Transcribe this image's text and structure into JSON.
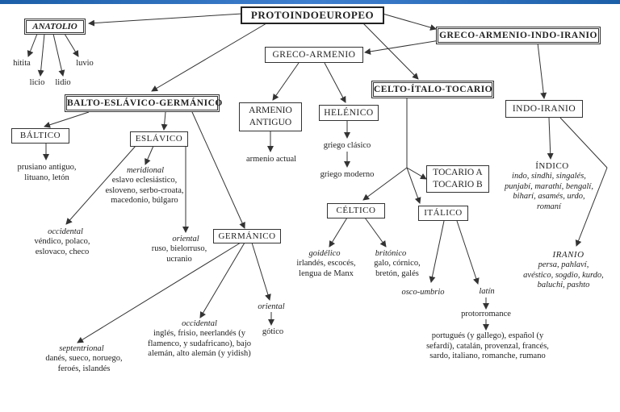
{
  "nodes": {
    "root": "PROTOINDOEUROPEO",
    "anatolio": "ANATOLIO",
    "greco_armenio_indo_iranio": "GRECO-ARMENIO-INDO-IRANIO",
    "greco_armenio": "GRECO-ARMENIO",
    "balto_eslavico_germanico": "BALTO-ESLÁVICO-GERMÁNICO",
    "celto_italo_tocario": "CELTO-ÍTALO-TOCARIO",
    "indo_iranio": "INDO-IRANIO",
    "armenio_antiguo": "ARMENIO ANTIGUO",
    "helenico": "HELÉNICO",
    "baltico": "BÁLTICO",
    "eslavico": "ESLÁVICO",
    "tocario": "TOCARIO A TOCARIO B",
    "celtico": "CÉLTICO",
    "italico": "ITÁLICO",
    "germanico": "GERMÁNICO"
  },
  "leaves": {
    "hitita": "hitita",
    "licio": "licio",
    "lidio": "lidio",
    "luvio": "luvio",
    "armenio_actual": "armenio actual",
    "griego_clasico": "griego clásico",
    "griego_moderno": "griego moderno",
    "baltico_langs": "prusiano antiguo, lituano, letón",
    "meridional_label": "meridional",
    "meridional_langs": "eslavo eclesiástico, esloveno, serbo-croata, macedonio, búlgaro",
    "occidental_eslavo_label": "occidental",
    "occidental_eslavo_langs": "véndico, polaco, eslovaco, checo",
    "oriental_eslavo_label": "oriental",
    "oriental_eslavo_langs": "ruso, bielorruso, ucranio",
    "indico": "ÍNDICO",
    "indico_langs": "indo, sindhi, singalés, punjabí, marathí, bengalí, biharí, asamés, urdo, romaní",
    "iranio": "IRANIO",
    "iranio_langs": "persa, pahlaví, avéstico, sogdio, kurdo, baluchi, pashto",
    "goidelico_label": "goidélico",
    "goidelico_langs": "irlandés, escocés, lengua de Manx",
    "britonico_label": "britónico",
    "britonico_langs": "galo, córnico, bretón, galés",
    "osco_umbrio": "osco-umbrio",
    "latin": "latín",
    "protorromance": "protorromance",
    "romance_langs": "portugués (y gallego), español (y sefardí), catalán, provenzal, francés, sardo, italiano, romanche, rumano",
    "oriental_germ_label": "oriental",
    "gotico": "gótico",
    "occidental_germ_label": "occidental",
    "occidental_germ_langs": "inglés, frisio, neerlandés (y flamenco, y sudafricano), bajo alemán, alto alemán (y yidish)",
    "septentrional_label": "septentrional",
    "septentrional_langs": "danés, sueco, noruego, feroés, islandés"
  },
  "links": [
    [
      "root",
      "anatolio"
    ],
    [
      "root",
      "greco_armenio_indo_iranio"
    ],
    [
      "root",
      "balto_eslavico_germanico"
    ],
    [
      "root",
      "celto_italo_tocario"
    ],
    [
      "greco_armenio_indo_iranio",
      "greco_armenio"
    ],
    [
      "greco_armenio_indo_iranio",
      "indo_iranio"
    ],
    [
      "greco_armenio",
      "armenio_antiguo"
    ],
    [
      "greco_armenio",
      "helenico"
    ],
    [
      "anatolio",
      "hitita"
    ],
    [
      "anatolio",
      "licio"
    ],
    [
      "anatolio",
      "lidio"
    ],
    [
      "anatolio",
      "luvio"
    ],
    [
      "balto_eslavico_germanico",
      "baltico"
    ],
    [
      "balto_eslavico_germanico",
      "eslavico"
    ],
    [
      "balto_eslavico_germanico",
      "germanico"
    ],
    [
      "celto_italo_tocario",
      "tocario"
    ],
    [
      "celto_italo_tocario",
      "celtico"
    ],
    [
      "celto_italo_tocario",
      "italico"
    ],
    [
      "indo_iranio",
      "indico"
    ],
    [
      "indo_iranio",
      "iranio"
    ]
  ]
}
